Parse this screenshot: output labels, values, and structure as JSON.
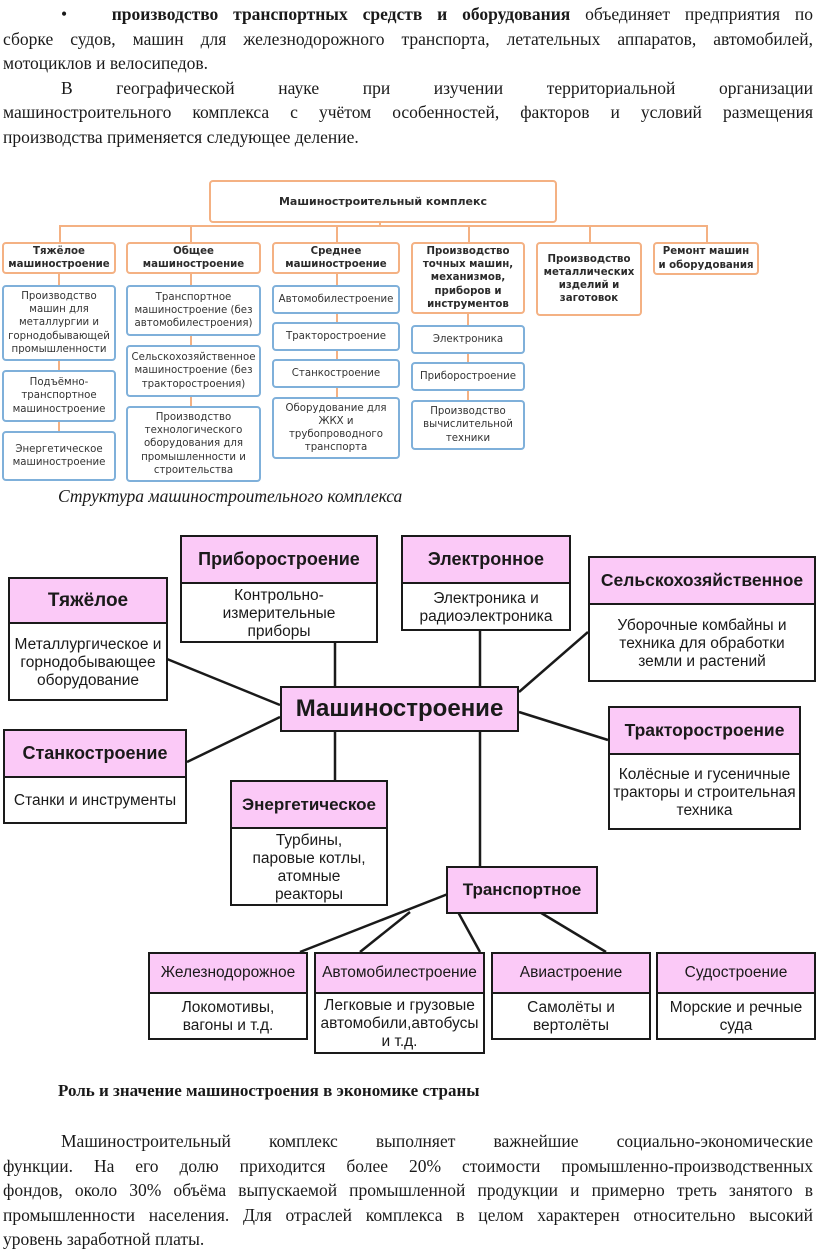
{
  "intro": {
    "bullet_bold": "производство транспортных средств и оборудования",
    "bullet_line1_rest": " объединяет предприятия по",
    "bullet_line2": "сборке судов, машин для железнодорожного транспорта, летательных аппаратов, автомобилей,",
    "bullet_line3": "мотоциклов и велосипедов.",
    "para2_line1": "В географической науке при изучении территориальной организации",
    "para2_line2": "машиностроительного комплекса с учётом особенностей, факторов и условий размещения",
    "para2_line3": "производства применяется следующее деление."
  },
  "structure_chart": {
    "root": "Машиностроительный комплекс",
    "branches": [
      {
        "title": "Тяжёлое машиностроение",
        "children": [
          "Производство машин для металлургии и горнодобывающей промышленности",
          "Подъёмно-транспортное машиностроение",
          "Энергетическое машиностроение"
        ]
      },
      {
        "title": "Общее машиностроение",
        "children": [
          "Транспортное машиностроение (без автомобилестроения)",
          "Сельскохозяйственное машиностроение (без тракторостроения)",
          "Производство технологического оборудования для промышленности и строительства"
        ]
      },
      {
        "title": "Среднее машиностроение",
        "children": [
          "Автомобилестроение",
          "Тракторостроение",
          "Станкостроение",
          "Оборудование для ЖКХ и трубопроводного транспорта"
        ]
      },
      {
        "title": "Производство точных машин, механизмов, приборов и инструментов",
        "children": [
          "Электроника",
          "Приборостроение",
          "Производство вычислительной техники"
        ]
      },
      {
        "title": "Производство металлических изделий и заготовок",
        "children": []
      },
      {
        "title": "Ремонт машин и оборудования",
        "children": []
      }
    ]
  },
  "caption": "Структура машиностроительного комплекса",
  "industry_diagram": {
    "center": "Машиностроение",
    "nodes": [
      {
        "id": "heavy",
        "title": "Тяжёлое",
        "desc": "Металлургическое и горнодобывающее оборудование"
      },
      {
        "id": "instrument",
        "title": "Приборостроение",
        "desc": "Контрольно-измерительные приборы"
      },
      {
        "id": "electronic",
        "title": "Электронное",
        "desc": "Электроника и радиоэлектроника"
      },
      {
        "id": "agri",
        "title": "Сельскохозяйственное",
        "desc": "Уборочные комбайны и техника для обработки земли и растений"
      },
      {
        "id": "machine_tool",
        "title": "Станкостроение",
        "desc": "Станки и инструменты"
      },
      {
        "id": "tractor",
        "title": "Тракторостроение",
        "desc": "Колёсные и гусеничные тракторы и строительная техника"
      },
      {
        "id": "energy",
        "title": "Энергетическое",
        "desc": "Турбины, паровые котлы, атомные реакторы"
      }
    ],
    "transport": {
      "title": "Транспортное",
      "children": [
        {
          "title": "Железнодорожное",
          "desc": "Локомотивы, вагоны и т.д."
        },
        {
          "title": "Автомобилестроение",
          "desc": "Легковые и грузовые автомобили,автобусы и т.д."
        },
        {
          "title": "Авиастроение",
          "desc": "Самолёты и вертолёты"
        },
        {
          "title": "Судостроение",
          "desc": "Морские и речные суда"
        }
      ]
    }
  },
  "section": {
    "heading": "Роль и значение машиностроения в экономике страны",
    "p_line1": "Машиностроительный комплекс выполняет важнейшие социально-экономические",
    "p_line2": "функции. На его долю приходится более 20% стоимости промышленно-производственных",
    "p_line3": "фондов, около 30% объёма выпускаемой промышленной продукции и примерно треть занятого в",
    "p_line4": "промышленности населения. Для отраслей комплекса в целом характерен относительно высокий",
    "p_line5": "уровень заработной платы."
  }
}
